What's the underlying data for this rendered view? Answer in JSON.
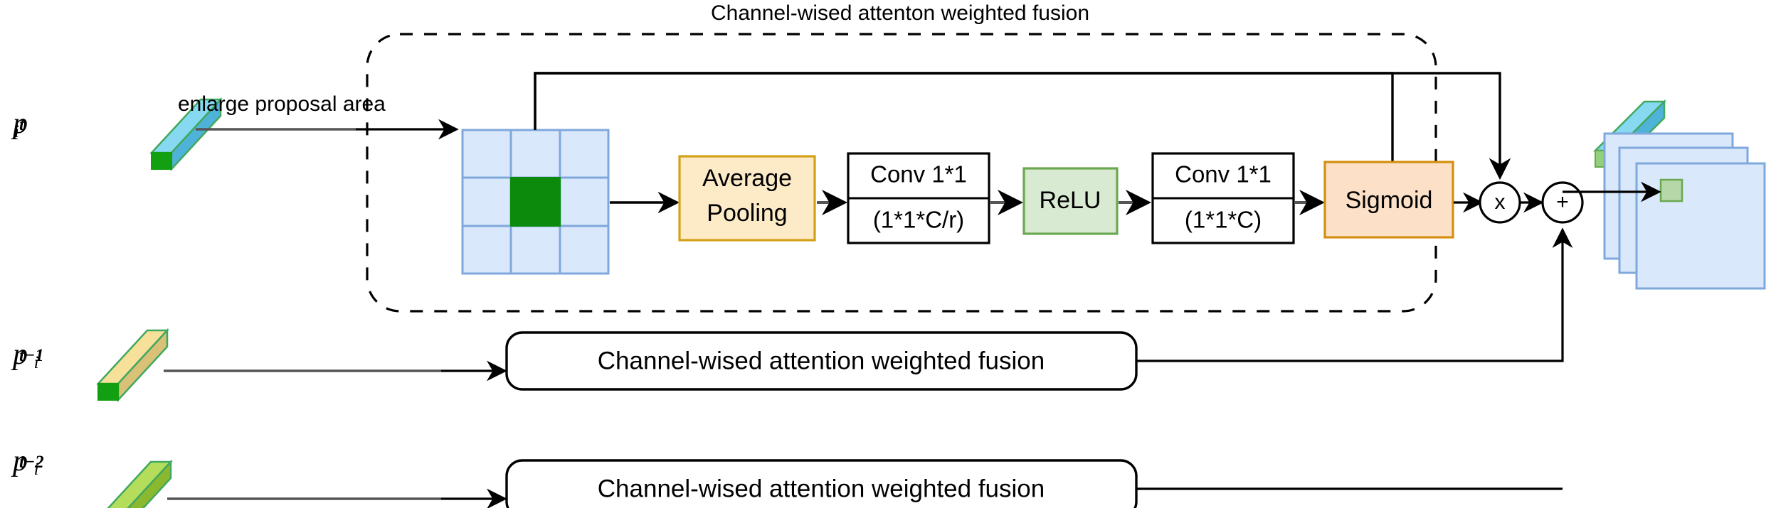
{
  "figure": {
    "title": "Channel-wised attenton weighted fusion",
    "annotation": "enlarge proposal area",
    "colors": {
      "avg_pool_fill": "#fdebc8",
      "avg_pool_stroke": "#d4a017",
      "relu_fill": "#d9ead3",
      "relu_stroke": "#6aa84f",
      "sigmoid_fill": "#fce0c8",
      "sigmoid_stroke": "#d4900f",
      "grid_fill": "#dae8fc",
      "grid_stroke": "#7fa8dc",
      "grid_center_fill": "#0b8a0b",
      "featmap_fill": "#dae8fc",
      "featmap_stroke": "#7fa8dc",
      "featmap_marker_fill": "#b6d7a8",
      "featmap_marker_stroke": "#6aa84f",
      "bar_cyan_top": "#86d9f0",
      "bar_cyan_side": "#4fb3d9",
      "bar_cyan_edge": "#41a85f",
      "bar_yellow_top": "#f7e09a",
      "bar_yellow_side": "#d9c177",
      "bar_green_top": "#b4dd5c",
      "bar_green_side": "#8ab82e",
      "bar_cap_green": "#12a012",
      "bar_cap_lightgreen": "#93d07a",
      "line": "#000000",
      "dashed_box": "#000000"
    },
    "pipeline": [
      {
        "id": "average-pooling",
        "label_lines": [
          "Average",
          "Pooling"
        ]
      },
      {
        "id": "conv-reduce",
        "label_lines": [
          "Conv 1*1",
          "(1*1*C/r)"
        ]
      },
      {
        "id": "relu",
        "label_lines": [
          "ReLU"
        ]
      },
      {
        "id": "conv-expand",
        "label_lines": [
          "Conv 1*1",
          "(1*1*C)"
        ]
      },
      {
        "id": "sigmoid",
        "label_lines": [
          "Sigmoid"
        ]
      }
    ],
    "operators": [
      {
        "id": "multiply",
        "symbol": "x"
      },
      {
        "id": "add",
        "symbol": "+"
      }
    ],
    "inputs": [
      {
        "id": "p-t",
        "base": "p",
        "sub": "i",
        "sup": "t",
        "bar_color": "cyan"
      },
      {
        "id": "p-t-1",
        "base": "p",
        "sub": "i",
        "sup": "t−1",
        "bar_color": "yellow"
      },
      {
        "id": "p-t-2",
        "base": "p",
        "sub": "i",
        "sup": "t−2",
        "bar_color": "green"
      }
    ],
    "fusion_rows": [
      {
        "id": "fusion-row-1",
        "label": "Channel-wised attention weighted fusion"
      },
      {
        "id": "fusion-row-2",
        "label": "Channel-wised attention weighted fusion"
      }
    ],
    "grid": {
      "rows": 3,
      "cols": 3,
      "center_cell": {
        "row": 2,
        "col": 2
      }
    },
    "output": {
      "feature_map_count": 3
    }
  }
}
